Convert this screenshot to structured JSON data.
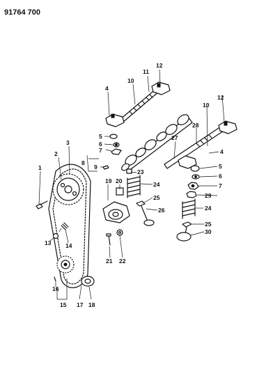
{
  "diagram_code": "91764 700",
  "callouts": [
    {
      "id": "c1",
      "label": "1"
    },
    {
      "id": "c2",
      "label": "2"
    },
    {
      "id": "c3",
      "label": "3"
    },
    {
      "id": "c4a",
      "label": "4"
    },
    {
      "id": "c4b",
      "label": "4"
    },
    {
      "id": "c5a",
      "label": "5"
    },
    {
      "id": "c5b",
      "label": "5"
    },
    {
      "id": "c6a",
      "label": "6"
    },
    {
      "id": "c6b",
      "label": "6"
    },
    {
      "id": "c7a",
      "label": "7"
    },
    {
      "id": "c7b",
      "label": "7"
    },
    {
      "id": "c8",
      "label": "8"
    },
    {
      "id": "c9",
      "label": "9"
    },
    {
      "id": "c10a",
      "label": "10"
    },
    {
      "id": "c10b",
      "label": "10"
    },
    {
      "id": "c11",
      "label": "11"
    },
    {
      "id": "c12a",
      "label": "12"
    },
    {
      "id": "c12b",
      "label": "12"
    },
    {
      "id": "c13",
      "label": "13"
    },
    {
      "id": "c14",
      "label": "14"
    },
    {
      "id": "c15",
      "label": "15"
    },
    {
      "id": "c16",
      "label": "16"
    },
    {
      "id": "c17",
      "label": "17"
    },
    {
      "id": "c18",
      "label": "18"
    },
    {
      "id": "c19",
      "label": "19"
    },
    {
      "id": "c20",
      "label": "20"
    },
    {
      "id": "c21",
      "label": "21"
    },
    {
      "id": "c22",
      "label": "22"
    },
    {
      "id": "c23",
      "label": "23"
    },
    {
      "id": "c24a",
      "label": "24"
    },
    {
      "id": "c24b",
      "label": "24"
    },
    {
      "id": "c25a",
      "label": "25"
    },
    {
      "id": "c25b",
      "label": "25"
    },
    {
      "id": "c26",
      "label": "26"
    },
    {
      "id": "c27",
      "label": "27"
    },
    {
      "id": "c28",
      "label": "28"
    },
    {
      "id": "c29",
      "label": "29"
    },
    {
      "id": "c30",
      "label": "30"
    }
  ]
}
